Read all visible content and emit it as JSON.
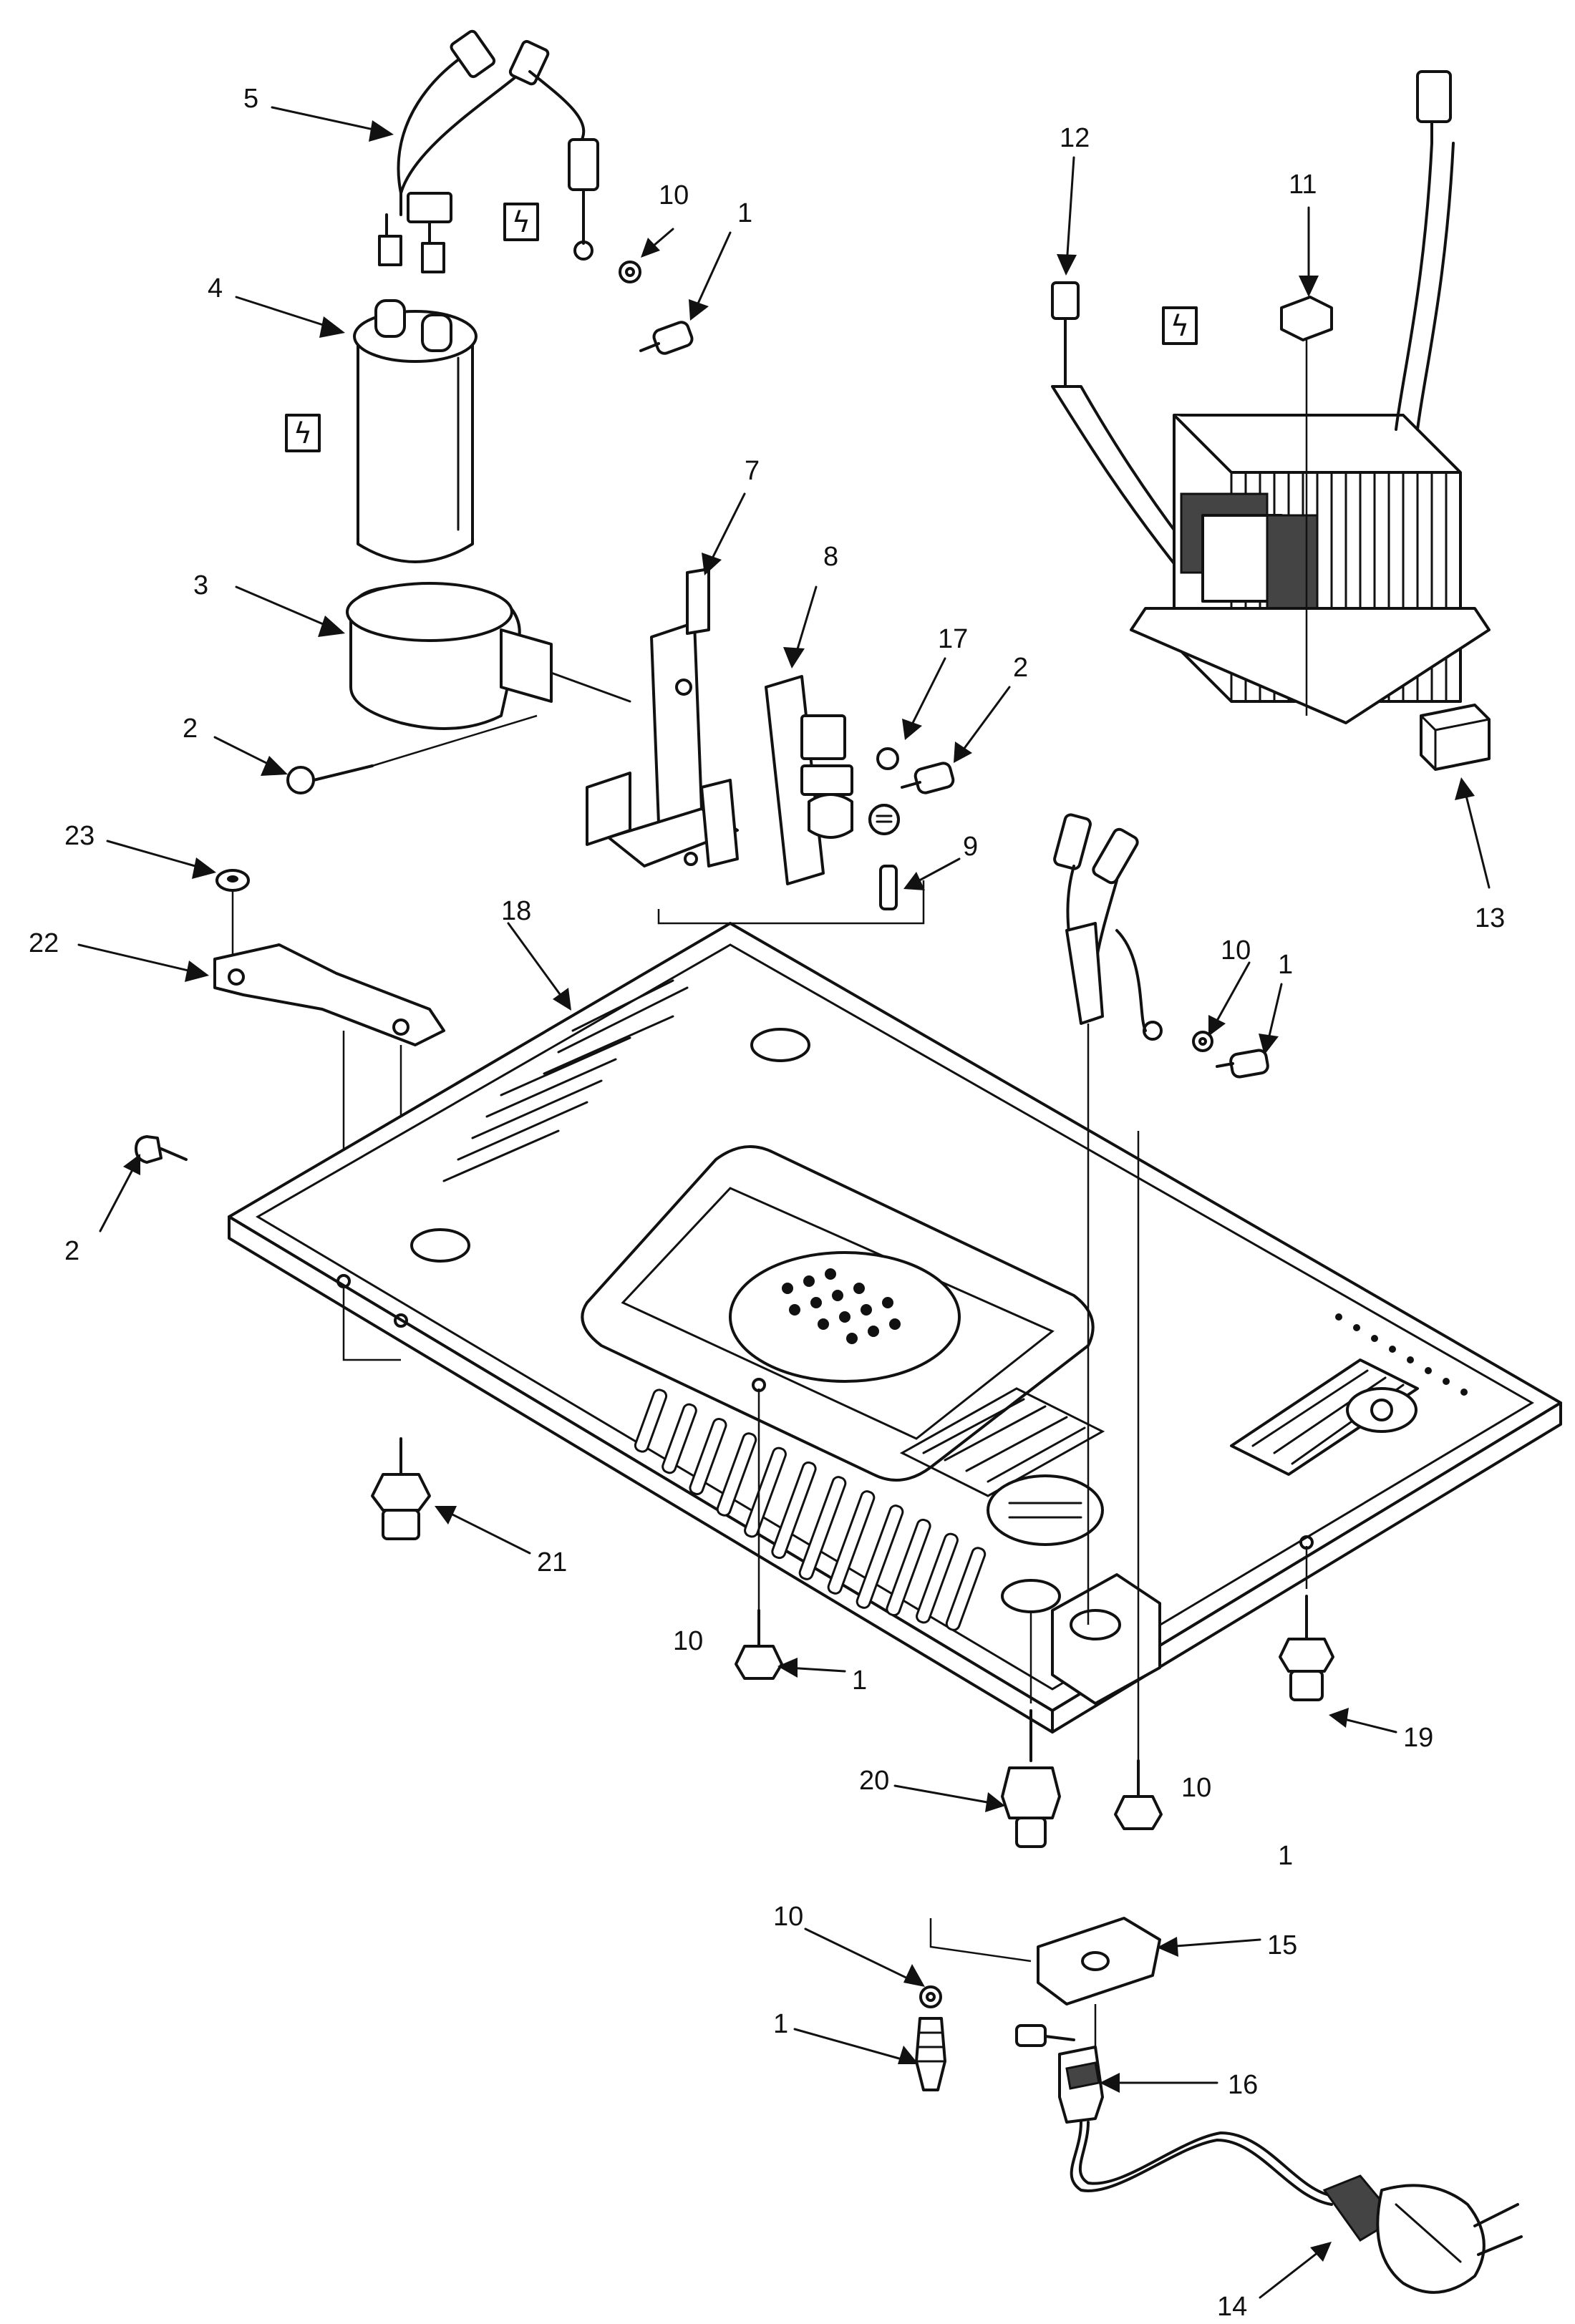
{
  "callouts": [
    {
      "id": "c5",
      "text": "5"
    },
    {
      "id": "c4",
      "text": "4"
    },
    {
      "id": "c3",
      "text": "3"
    },
    {
      "id": "c2a",
      "text": "2"
    },
    {
      "id": "c10a",
      "text": "10"
    },
    {
      "id": "c1a",
      "text": "1"
    },
    {
      "id": "c7",
      "text": "7"
    },
    {
      "id": "c8",
      "text": "8"
    },
    {
      "id": "c17",
      "text": "17"
    },
    {
      "id": "c2b",
      "text": "2"
    },
    {
      "id": "c9",
      "text": "9"
    },
    {
      "id": "c12",
      "text": "12"
    },
    {
      "id": "c11",
      "text": "11"
    },
    {
      "id": "c13",
      "text": "13"
    },
    {
      "id": "c23",
      "text": "23"
    },
    {
      "id": "c22",
      "text": "22"
    },
    {
      "id": "c18",
      "text": "18"
    },
    {
      "id": "c2c",
      "text": "2"
    },
    {
      "id": "c10b",
      "text": "10"
    },
    {
      "id": "c1b",
      "text": "1"
    },
    {
      "id": "c21",
      "text": "21"
    },
    {
      "id": "c10c",
      "text": "10"
    },
    {
      "id": "c1c",
      "text": "1"
    },
    {
      "id": "c19",
      "text": "19"
    },
    {
      "id": "c20",
      "text": "20"
    },
    {
      "id": "c10d",
      "text": "10"
    },
    {
      "id": "c1d",
      "text": "1"
    },
    {
      "id": "c10e",
      "text": "10"
    },
    {
      "id": "c15",
      "text": "15"
    },
    {
      "id": "c1e",
      "text": "1"
    },
    {
      "id": "c16",
      "text": "16"
    },
    {
      "id": "c14",
      "text": "14"
    }
  ],
  "warning_symbol": "ϟ",
  "icons": {
    "warning": "high-voltage-warning-icon",
    "filter": "filter-symbol-icon"
  }
}
